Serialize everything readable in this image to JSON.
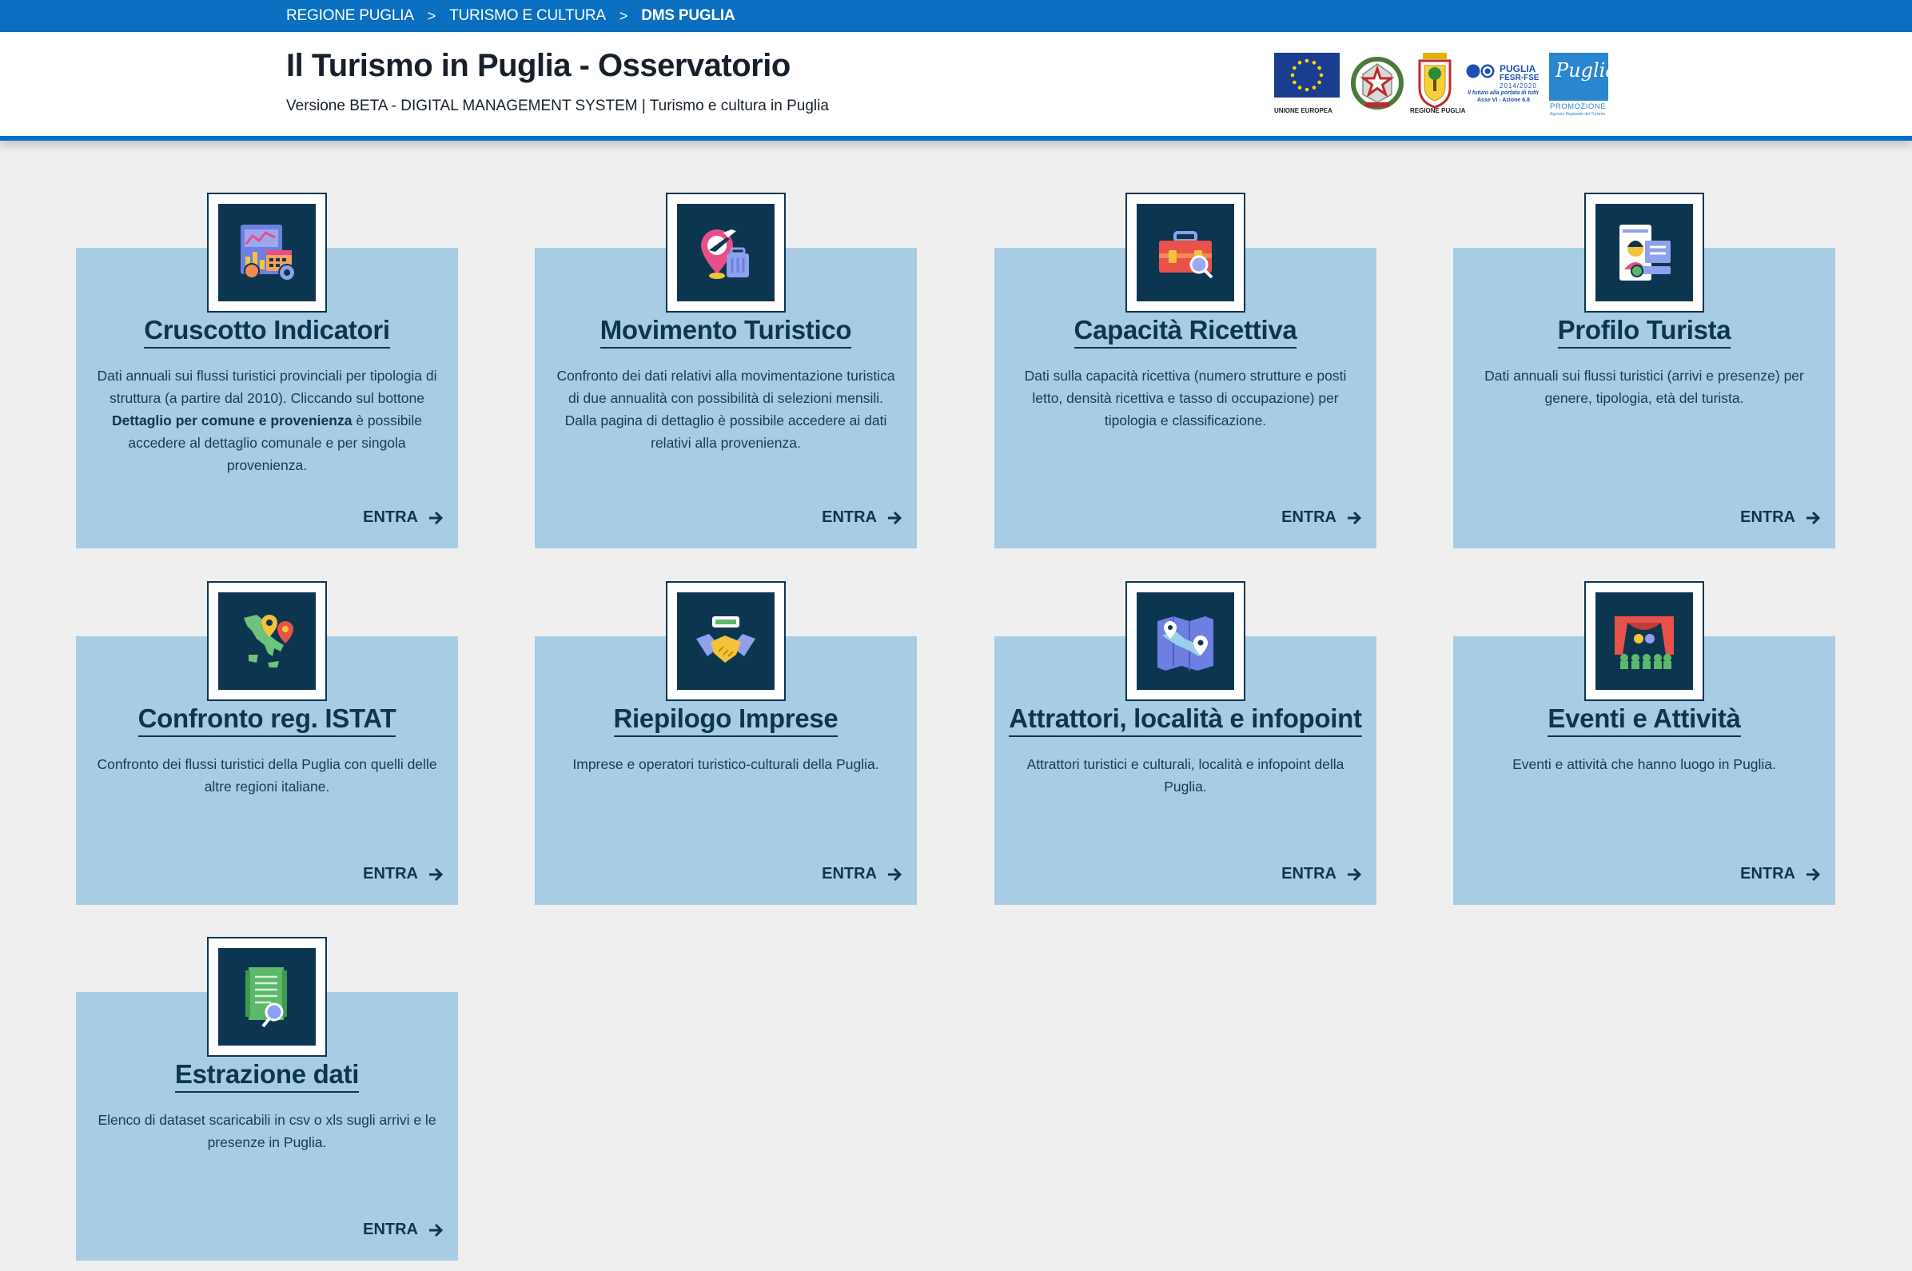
{
  "breadcrumb": [
    {
      "label": "REGIONE PUGLIA"
    },
    {
      "label": "TURISMO E CULTURA"
    },
    {
      "label": "DMS PUGLIA"
    }
  ],
  "breadcrumb_separator": ">",
  "header": {
    "title": "Il Turismo in Puglia - Osservatorio",
    "subtitle": "Versione BETA - DIGITAL MANAGEMENT SYSTEM | Turismo e cultura in Puglia"
  },
  "logos": {
    "eu_label": "UNIONE EUROPEA",
    "regione_label": "REGIONE PUGLIA",
    "por_line1": "PUGLIA",
    "por_line2": "FESR-FSE",
    "por_line3": "2014/2020",
    "por_line4": "Il futuro alla portata di tutti",
    "por_line5": "Asse VI - Azione 6.8",
    "promo_script": "Puglia",
    "promo_label": "PROMOZIONE",
    "promo_sub": "Agenzia Regionale del Turismo"
  },
  "enter_label": "ENTRA",
  "cards": [
    {
      "title": "Cruscotto Indicatori",
      "desc_a": "Dati annuali sui flussi turistici provinciali per tipologia di struttura (a partire dal 2010). Cliccando sul bottone ",
      "desc_bold": "Dettaglio per comune e provenienza",
      "desc_b": " è possibile accedere al dettaglio comunale e per singola provenienza.",
      "icon": "dashboard-charts-icon"
    },
    {
      "title": "Movimento Turistico",
      "desc": "Confronto dei dati relativi alla movimentazione turistica di due annualità con possibilità di selezioni mensili. Dalla pagina di dettaglio è possibile accedere ai dati relativi alla provenienza.",
      "icon": "travel-pin-plane-icon"
    },
    {
      "title": "Capacità Ricettiva",
      "desc": "Dati sulla capacità ricettiva (numero strutture e posti letto, densità ricettiva e tasso di occupazione) per tipologia e classificazione.",
      "icon": "suitcase-search-icon"
    },
    {
      "title": "Profilo Turista",
      "desc": "Dati annuali sui flussi turistici (arrivi e presenze) per genere, tipologia, età del turista.",
      "icon": "tourist-profile-icon"
    },
    {
      "title": "Confronto reg. ISTAT",
      "desc": "Confronto dei flussi turistici della Puglia con quelli delle altre regioni italiane.",
      "icon": "italy-map-pins-icon"
    },
    {
      "title": "Riepilogo Imprese",
      "desc": "Imprese e operatori turistico-culturali della Puglia.",
      "icon": "handshake-icon"
    },
    {
      "title": "Attrattori, località e infopoint",
      "desc": "Attrattori turistici e culturali, località e infopoint della Puglia.",
      "icon": "folded-map-pins-icon"
    },
    {
      "title": "Eventi e Attività",
      "desc": "Eventi e attività che hanno luogo in Puglia.",
      "icon": "theater-stage-icon"
    },
    {
      "title": "Estrazione dati",
      "desc": "Elenco di dataset scaricabili in csv o xls sugli arrivi e le presenze in Puglia.",
      "icon": "document-search-icon"
    }
  ],
  "colors": {
    "topbar": "#0a6fc0",
    "card_bg": "#a7cce4",
    "navy": "#0c3650",
    "page_bg": "#efefef"
  }
}
